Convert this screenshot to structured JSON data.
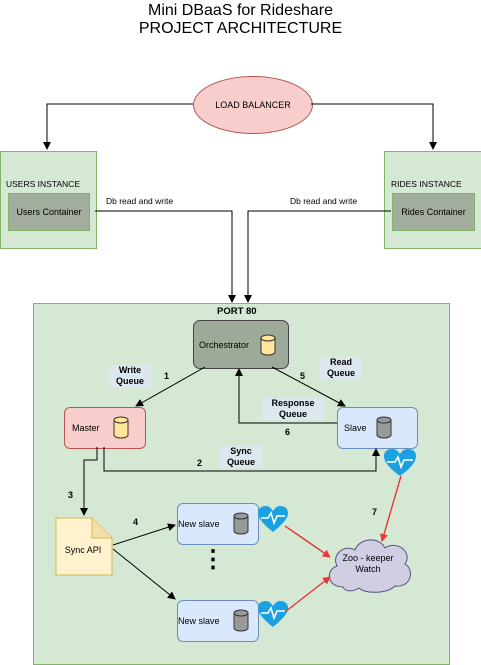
{
  "title": {
    "line1": "Mini DBaaS for Rideshare",
    "line2": "PROJECT ARCHITECTURE"
  },
  "nodes": {
    "load_balancer": "LOAD BALANCER",
    "users_instance": "USERS INSTANCE",
    "users_container": "Users Container",
    "rides_instance": "RIDES INSTANCE",
    "rides_container": "Rides Container",
    "port": "PORT 80",
    "orchestrator": "Orchestrator",
    "master": "Master",
    "slave": "Slave",
    "sync_api": "Sync API",
    "new_slave_1": "New slave",
    "new_slave_2": "New slave",
    "zookeeper": "Zoo - keeper Watch",
    "dots": "⋮"
  },
  "edge_labels": {
    "db_rw_left": "Db read and write",
    "db_rw_right": "Db read and write",
    "write_queue": "Write Queue",
    "read_queue": "Read Queue",
    "response_queue": "Response Queue",
    "sync_queue": "Sync Queue"
  },
  "step_numbers": [
    "1",
    "2",
    "3",
    "4",
    "5",
    "6",
    "7"
  ],
  "colors": {
    "green_fill": "#d5e8d4",
    "green_stroke": "#82b366",
    "red_fill": "#f8cecc",
    "blue_fill": "#dae8fc",
    "db_fill": "#ffe599",
    "db_grey": "#999999",
    "heart": "#1ba1e2",
    "red_arrow": "#e53935",
    "cloud_fill": "#d0cee2"
  },
  "icons": [
    "database-icon",
    "heartbeat-icon",
    "document-icon",
    "cloud-shape"
  ]
}
